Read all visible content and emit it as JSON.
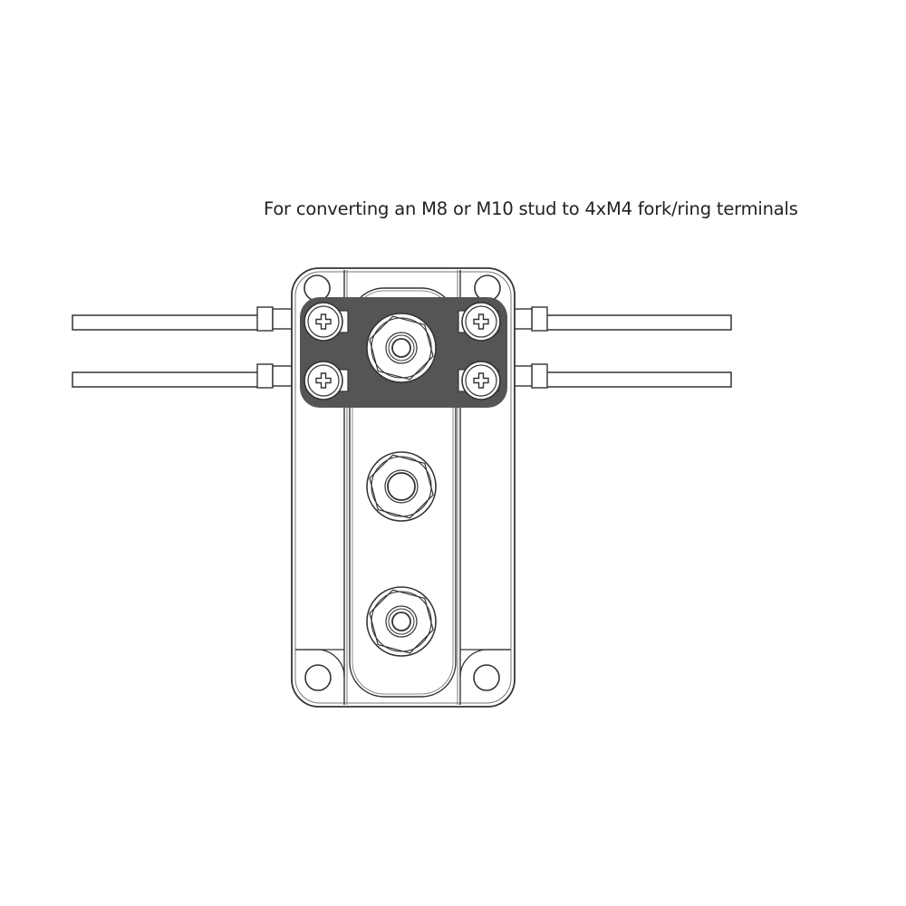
{
  "caption": {
    "text": "For converting an M8 or M10 stud to 4xM4 fork/ring terminals"
  },
  "diagram": {
    "subject": "stud-to-terminal converter busbar",
    "input_stud_options": [
      "M8",
      "M10"
    ],
    "output_terminals": {
      "count": 4,
      "size": "M4",
      "types": [
        "fork",
        "ring"
      ]
    },
    "components": {
      "housing": "housing",
      "bus_plate": "bus-plate",
      "screws": [
        "screw-top-left",
        "screw-bottom-left",
        "screw-top-right",
        "screw-bottom-right"
      ],
      "studs": [
        "stud-nut-top",
        "stud-nut-middle",
        "stud-nut-bottom"
      ],
      "mounting_holes": [
        "mounting-hole-top-left",
        "mounting-hole-top-right",
        "mounting-hole-bottom-left",
        "mounting-hole-bottom-right"
      ],
      "wires": [
        "wire-left-top",
        "wire-left-bottom",
        "wire-right-top",
        "wire-right-bottom"
      ]
    },
    "colors": {
      "line": "#333333",
      "plate": "#555555",
      "fill": "#ffffff",
      "text": "#222222"
    }
  }
}
